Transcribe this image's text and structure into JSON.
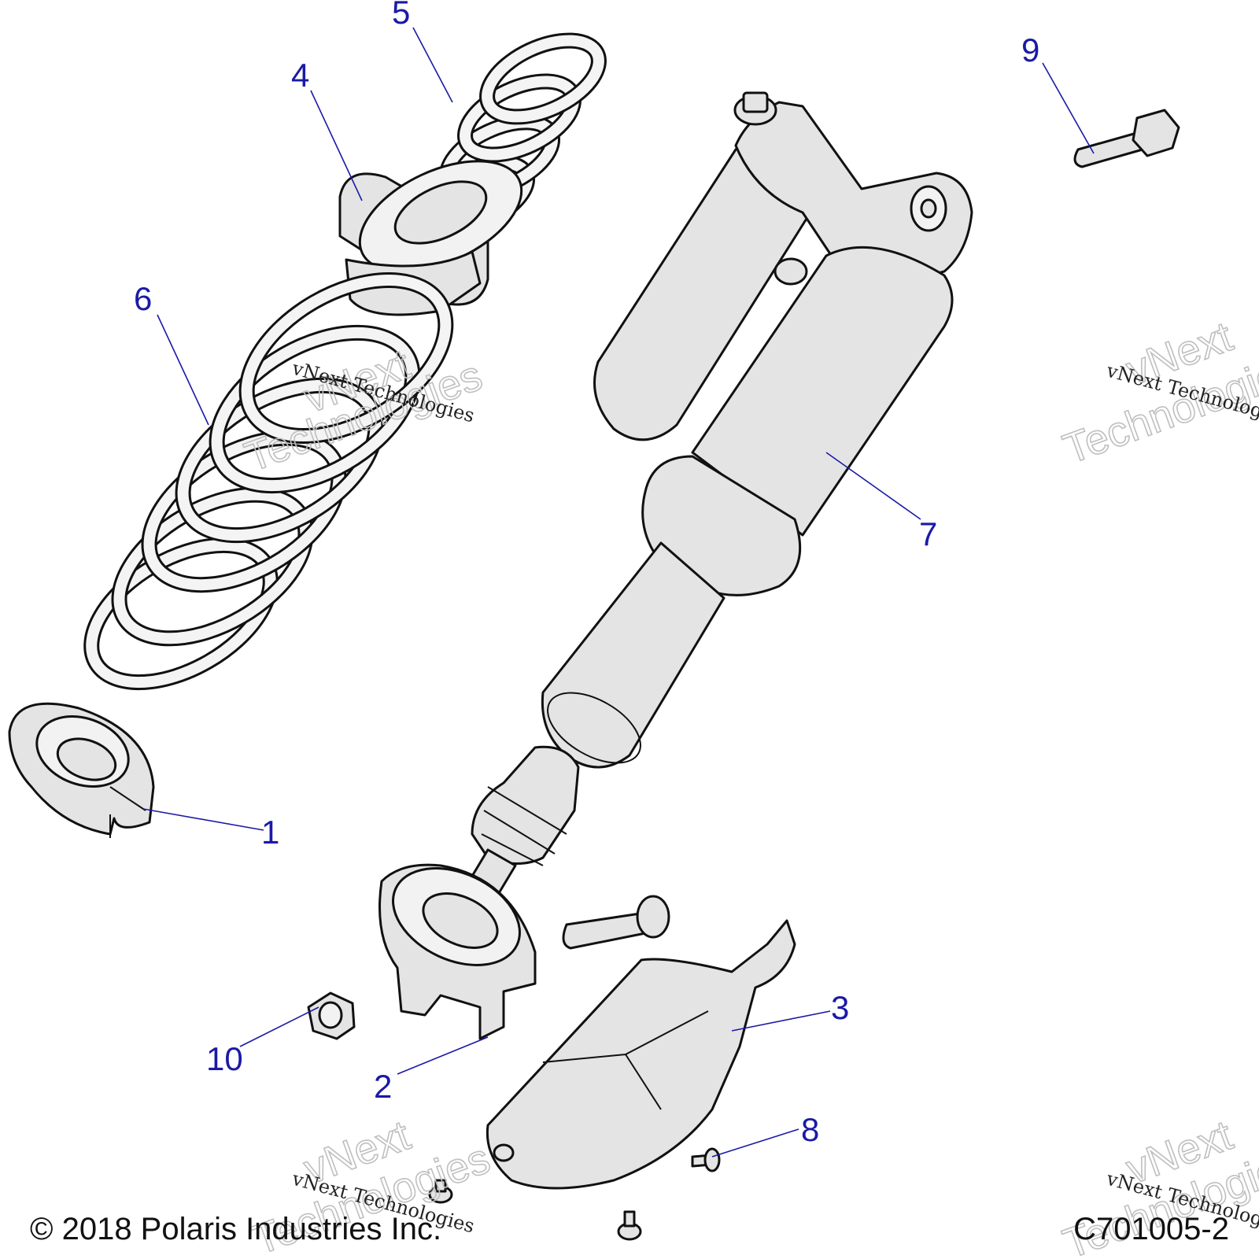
{
  "callouts": [
    {
      "id": "1",
      "label": "1"
    },
    {
      "id": "2",
      "label": "2"
    },
    {
      "id": "3",
      "label": "3"
    },
    {
      "id": "4",
      "label": "4"
    },
    {
      "id": "5",
      "label": "5"
    },
    {
      "id": "6",
      "label": "6"
    },
    {
      "id": "7",
      "label": "7"
    },
    {
      "id": "8",
      "label": "8"
    },
    {
      "id": "9",
      "label": "9"
    },
    {
      "id": "10",
      "label": "10"
    }
  ],
  "watermark": {
    "line_small": "vNext Technologies",
    "big_top": "vNext",
    "big_bottom": "Technologies"
  },
  "footer": {
    "copyright": "© 2018 Polaris Industries Inc.",
    "drawing_number": "C701005-2"
  },
  "colors": {
    "callout": "#1a1aa6",
    "part_fill": "#e4e4e4",
    "outline": "#111111"
  }
}
